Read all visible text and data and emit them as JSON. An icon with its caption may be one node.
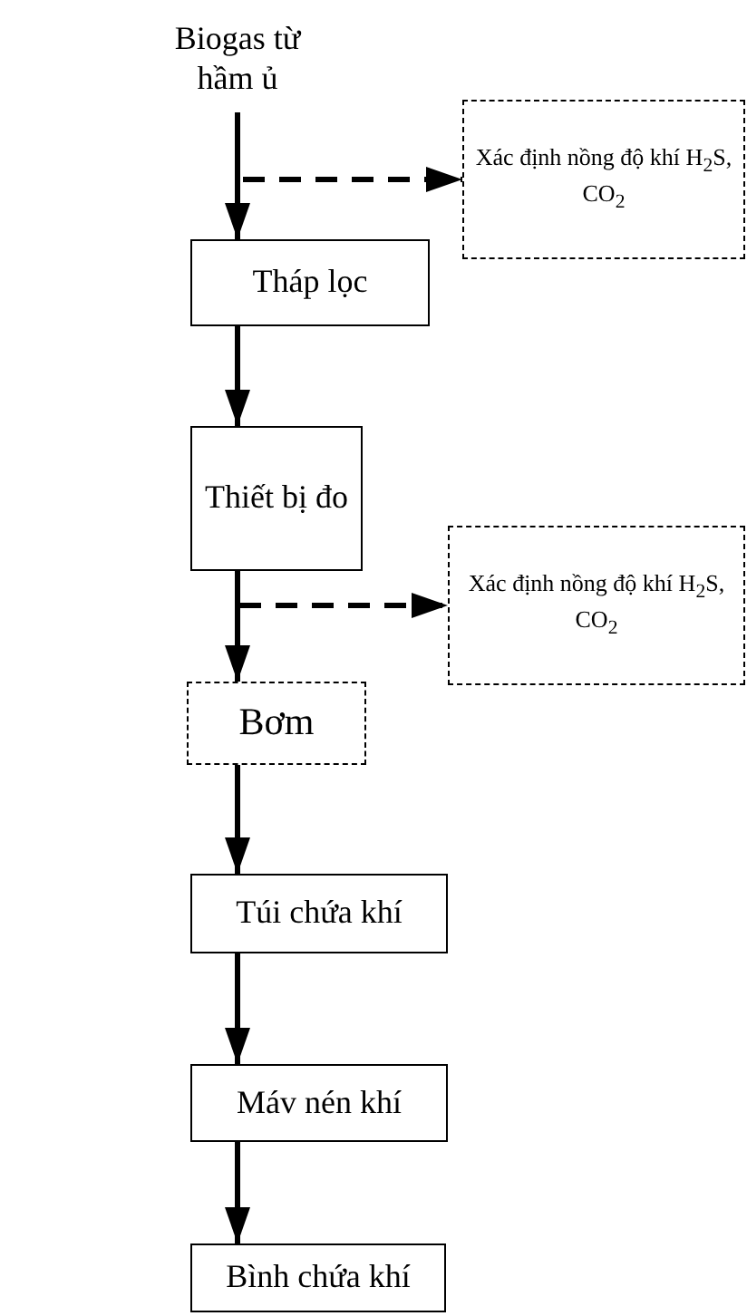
{
  "diagram": {
    "nodes": [
      {
        "text": [
          "Biogas từ hầm ủ"
        ]
      },
      {
        "text": [
          "Xác định nồng độ khí H$_{2}$S, CO$_{2}$"
        ]
      },
      {
        "text": [
          "Tháp lọc"
        ]
      },
      {
        "text": [
          "Thiết bị đo"
        ]
      },
      {
        "text": [
          "Xác định nồng độ khí H$_{2}$S, CO$_{2}$"
        ]
      },
      {
        "text": [
          "Bơm"
        ]
      },
      {
        "text": [
          "Túi chứa khí"
        ]
      },
      {
        "text": [
          "Máv nén khí"
        ]
      },
      {
        "text": [
          "Bình chứa khí"
        ]
      }
    ],
    "edges": [
      {
        "from": 0,
        "to": 2,
        "arrow": "to"
      },
      {
        "from": 0,
        "to": 1,
        "arrow": "to",
        "style": "dashed"
      },
      {
        "from": 2,
        "to": 3,
        "arrow": "to"
      },
      {
        "from": 3,
        "to": 5,
        "arrow": "to"
      },
      {
        "from": 3,
        "to": 4,
        "arrow": "to",
        "style": "dashed"
      },
      {
        "from": 5,
        "to": 6,
        "arrow": "to"
      },
      {
        "from": 6,
        "to": 7,
        "arrow": "to"
      },
      {
        "from": 7,
        "to": 8,
        "arrow": "to"
      }
    ]
  }
}
